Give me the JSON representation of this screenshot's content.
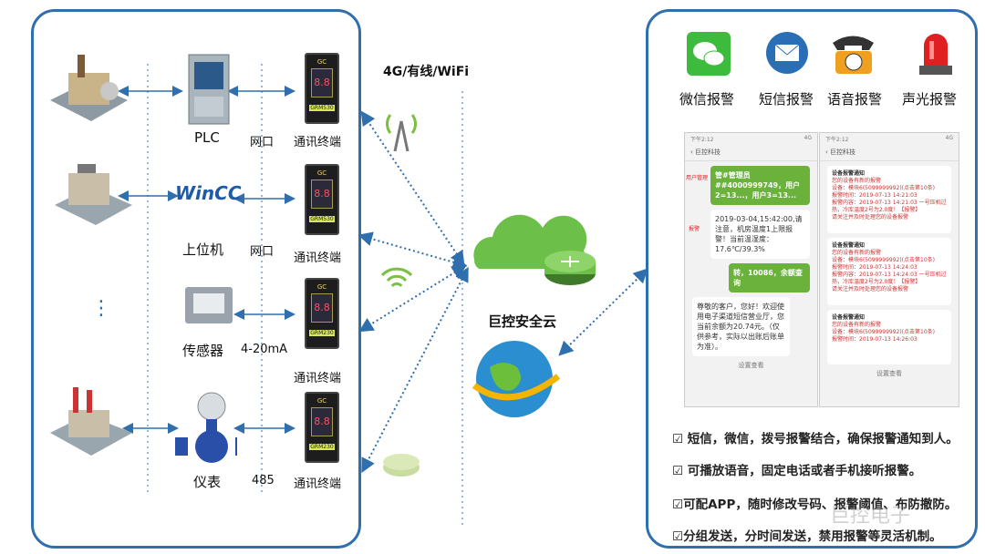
{
  "network_label": "4G/有线/WiFi",
  "cloud_label": "巨控安全云",
  "rows": [
    {
      "device": "PLC",
      "interface": "网口",
      "terminal": "通讯终端",
      "model": "GRM530"
    },
    {
      "device": "上位机",
      "interface": "网口",
      "terminal": "通讯终端",
      "model": "GRM530",
      "logo": "WinCC"
    },
    {
      "device": "传感器",
      "interface": "4-20mA",
      "terminal": "通讯终端",
      "model": "GRM230"
    },
    {
      "device": "仪表",
      "interface": "485",
      "terminal": "通讯终端",
      "model": "GRM230"
    }
  ],
  "terminal_brand": "GC",
  "alarm_types": [
    {
      "label": "微信报警",
      "icon": "wechat-icon"
    },
    {
      "label": "短信报警",
      "icon": "sms-icon"
    },
    {
      "label": "语音报警",
      "icon": "telephone-icon"
    },
    {
      "label": "声光报警",
      "icon": "alarm-light-icon"
    }
  ],
  "phone1": {
    "time": "下午2:12",
    "status": "4G",
    "contact": "巨控科技",
    "msg1": "管#管理员##4000999749，用户2=13...，用户3=13...",
    "tag1": "用户管理",
    "msg2": "2019-03-04,15:42:00,请注意，机房温度1上限报警！当前温湿度：17.6℃/39.3%",
    "tag2": "报警",
    "msg3": "转，10086，余额查询",
    "msg4": "尊敬的客户，您好！欢迎使用电子渠道短信营业厅，您当前余额为20.74元。（仅供参考，实际以出账后账单为准）。",
    "footer": "设置查看"
  },
  "phone2": {
    "time": "下午2:12",
    "status": "4G",
    "contact": "巨控科技",
    "cards": [
      {
        "title": "设备报警通知",
        "body": "您的设备有新的报警\n设备：模块6(5099999992)(点击第10条)\n报警时间：2019-07-13 14:21:03\n报警内容：2019-07-13 14:21:03 一号压机过热，冷库温度2号为2.0度！【报警】\n请关注并及时处理您的设备报警"
      },
      {
        "title": "设备报警通知",
        "body": "您的设备有新的报警\n设备：模块6(5099999992)(点击第10条)\n报警时间：2019-07-13 14:24:03\n报警内容：2019-07-13 14:24:03 一号压机过热，冷库温度2号为2.0度！【报警】\n请关注并及时处理您的设备报警"
      },
      {
        "title": "设备报警通知",
        "body": "您的设备有新的报警\n设备：模块6(5099999992)(点击第10条)\n报警时间：2019-07-13 14:26:03"
      }
    ],
    "footer": "设置查看"
  },
  "features": [
    "☑ 短信，微信，拨号报警结合，确保报警通知到人。",
    "☑ 可播放语音，固定电话或者手机接听报警。",
    "☑可配APP，随时修改号码、报警阈值、布防撤防。",
    "☑分组发送，分时间发送，禁用报警等灵活机制。"
  ],
  "watermark": "巨控电子",
  "colors": {
    "panel_border": "#2f6fad",
    "arrow": "#2f6fad",
    "wechat_green": "#3dbb3d",
    "bubble_green": "#6ab23b"
  }
}
